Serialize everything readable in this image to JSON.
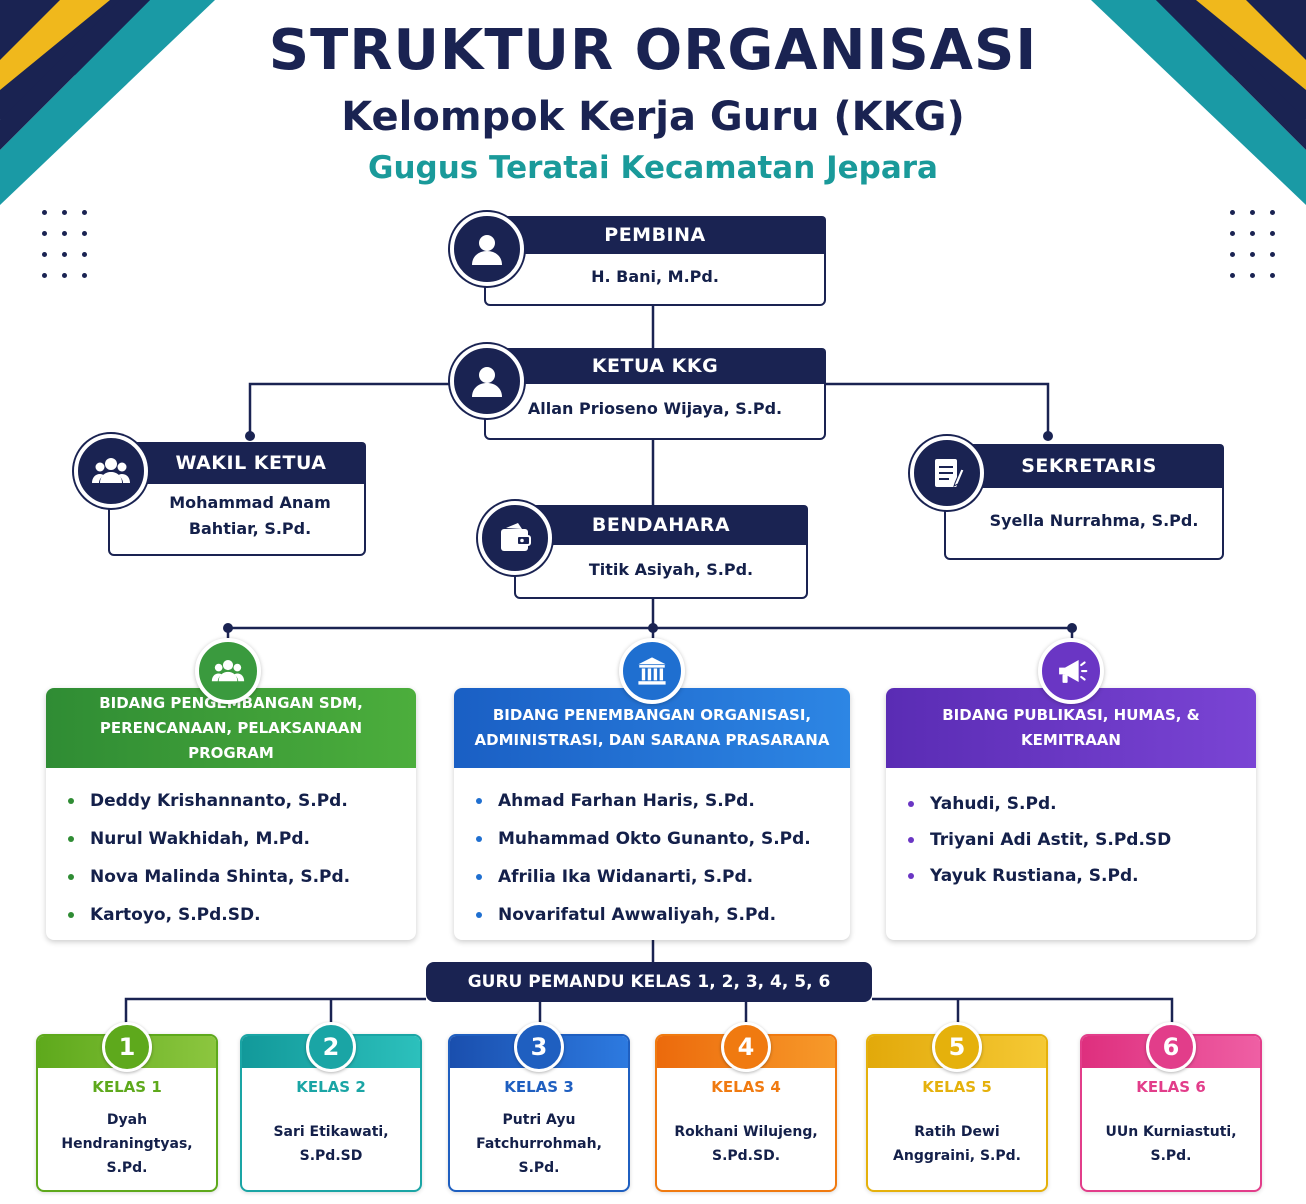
{
  "header": {
    "title": "STRUKTUR ORGANISASI",
    "subtitle": "Kelompok Kerja Guru (KKG)",
    "tagline": "Gugus Teratai Kecamatan Jepara"
  },
  "officers": {
    "pembina": {
      "role": "PEMBINA",
      "name": "H. Bani, M.Pd."
    },
    "ketua": {
      "role": "KETUA KKG",
      "name": "Allan Prioseno Wijaya, S.Pd."
    },
    "wakil": {
      "role": "WAKIL KETUA",
      "name": "Mohammad Anam Bahtiar, S.Pd."
    },
    "sekretaris": {
      "role": "SEKRETARIS",
      "name": "Syella Nurrahma, S.Pd."
    },
    "bendahara": {
      "role": "BENDAHARA",
      "name": "Titik Asiyah, S.Pd."
    }
  },
  "departments": [
    {
      "title": "BIDANG PENGEMBANGAN SDM, PERENCANAAN, PELAKSANAAN PROGRAM",
      "color": "#3a9a3e",
      "members": [
        "Deddy Krishannanto, S.Pd.",
        "Nurul Wakhidah, M.Pd.",
        "Nova Malinda Shinta, S.Pd.",
        "Kartoyo, S.Pd.SD."
      ]
    },
    {
      "title": "BIDANG PENEMBANGAN ORGANISASI, ADMINISTRASI, DAN SARANA PRASARANA",
      "color": "#1f6fd0",
      "members": [
        "Ahmad Farhan Haris, S.Pd.",
        "Muhammad Okto Gunanto, S.Pd.",
        "Afrilia Ika Widanarti, S.Pd.",
        "Novarifatul Awwaliyah, S.Pd."
      ]
    },
    {
      "title": "BIDANG PUBLIKASI, HUMAS, & KEMITRAAN",
      "color": "#6a36c4",
      "members": [
        "Yahudi, S.Pd.",
        "Triyani Adi Astit, S.Pd.SD",
        "Yayuk Rustiana, S.Pd."
      ]
    }
  ],
  "guru_pemandu": {
    "title": "GURU PEMANDU KELAS 1, 2, 3, 4, 5, 6",
    "classes": [
      {
        "number": "1",
        "label": "KELAS 1",
        "teacher": "Dyah Hendraningtyas, S.Pd.",
        "color": "#5ea91c"
      },
      {
        "number": "2",
        "label": "KELAS 2",
        "teacher": "Sari Etikawati, S.Pd.SD",
        "color": "#1aa5a5"
      },
      {
        "number": "3",
        "label": "KELAS 3",
        "teacher": "Putri Ayu Fatchurrohmah, S.Pd.",
        "color": "#1f5fc0"
      },
      {
        "number": "4",
        "label": "KELAS 4",
        "teacher": "Rokhani Wilujeng, S.Pd.SD.",
        "color": "#f07a10"
      },
      {
        "number": "5",
        "label": "KELAS 5",
        "teacher": "Ratih Dewi Anggraini, S.Pd.",
        "color": "#e5b10c"
      },
      {
        "number": "6",
        "label": "KELAS 6",
        "teacher": "UUn Kurniastuti, S.Pd.",
        "color": "#e23d8a"
      }
    ]
  },
  "colors": {
    "navy": "#1a2352",
    "teal": "#1a9a9a",
    "gold": "#f0b81c"
  }
}
